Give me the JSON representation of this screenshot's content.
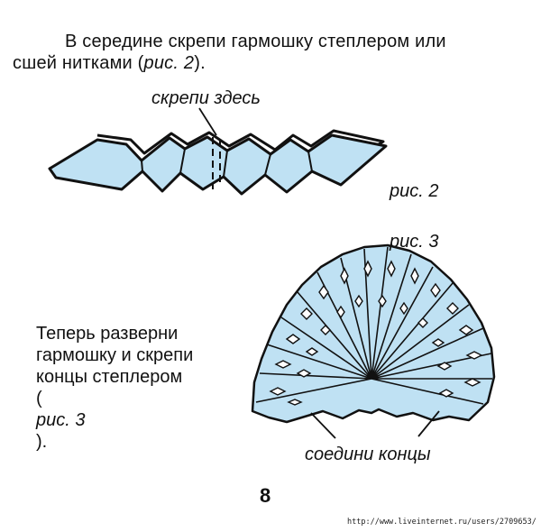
{
  "intro": {
    "line1": "В середине скрепи гармошку степлером или",
    "line2_start": "сшей нитками (",
    "line2_ref": "рис. 2",
    "line2_end": ")."
  },
  "figure2": {
    "callout": "скрепи здесь",
    "caption": "рис. 2"
  },
  "figure3": {
    "caption": "рис. 3",
    "callout": "соедини концы"
  },
  "steps": {
    "line1": "Теперь разверни",
    "line2": "гармошку и скрепи",
    "line3": "концы степлером",
    "line4_start": "(",
    "line4_ref": "рис. 3",
    "line4_end": ")."
  },
  "page_number": "8",
  "watermark": "http://www.liveinternet.ru/users/2709653/",
  "colors": {
    "paper": "#bfe1f3",
    "ink": "#111111",
    "background": "#ffffff"
  }
}
